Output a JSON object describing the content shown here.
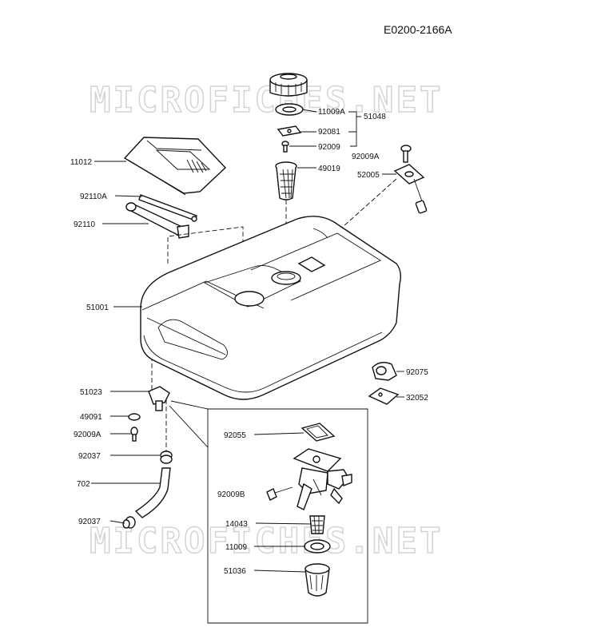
{
  "header": {
    "drawing_id": "E0200-2166A"
  },
  "watermark": {
    "text": "MICROFICHES.NET"
  },
  "parts": {
    "p11009A": "11009A",
    "p51048": "51048",
    "p92081": "92081",
    "p92009_top": "92009",
    "p92009A_right": "92009A",
    "p49019": "49019",
    "p52005": "52005",
    "p11012": "11012",
    "p92110A": "92110A",
    "p92110": "92110",
    "p51001": "51001",
    "p92075": "92075",
    "p32052": "32052",
    "p51023": "51023",
    "p49091": "49091",
    "p92009A_left": "92009A",
    "p92037_upper": "92037",
    "p702": "702",
    "p92037_lower": "92037",
    "p92055": "92055",
    "p92009B": "92009B",
    "p14043": "14043",
    "p11009": "11009",
    "p51036": "51036"
  }
}
